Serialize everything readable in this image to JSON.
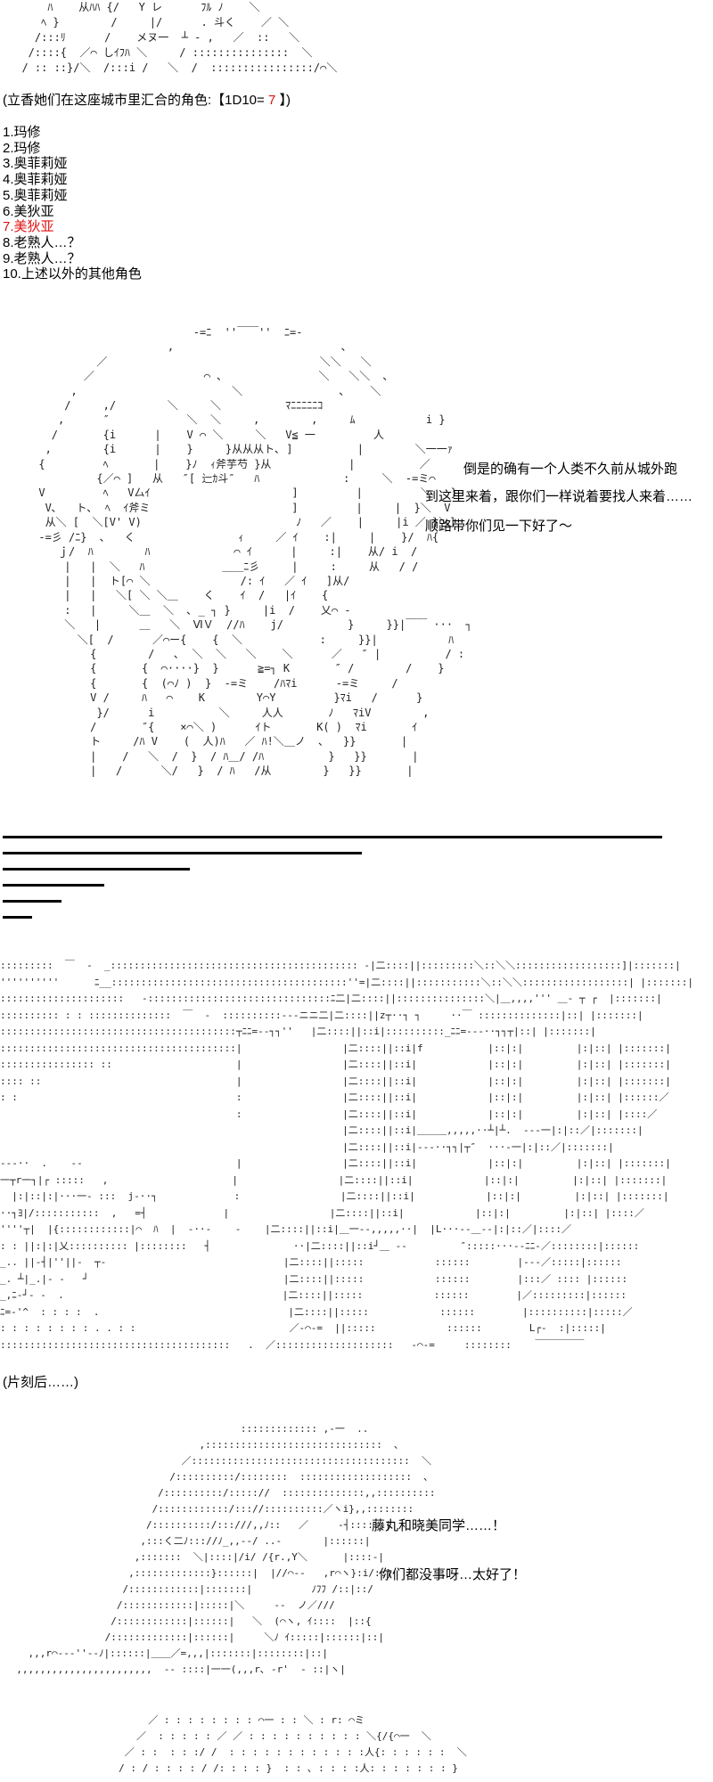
{
  "aa": {
    "top": [
      "      ﾊ    从ﾊﾊ {/   Y レ      ﾌﾙ ﾉ    ＼",
      "     ﾍ }        /     |/      . 斗く    ／ ＼",
      "    /:::ﾘ      /    メヌ一  ┴ ‐ ,   ／  ::   ＼",
      "   /::::{  ／⌒ しｲﾌﾊ ＼     / :::::::::::::::  ＼",
      "  / :: ::}/＼  /:::i /   ＼  /  ::::::::::::::::/⌒＼"
    ],
    "character": [
      "                              -=ﾆ  ''￣￣''  ﾆ=-",
      "                          ,                          ､",
      "               ／                                 ＼＼   ＼",
      "             ／                 ⌒ ､               ＼   ＼＼  ､",
      "           ,                        ＼               ､    ＼",
      "          /     ,/        ＼     ＼          ﾏﾆﾆﾆﾆﾆｺ",
      "         ,      ″            ＼  ＼     ,        ,     ﾑ           i }",
      "        /       {i      |    V ⌒ ＼     ＼   V≦ 一         人",
      "       ,        {i      |    }     }从从从ト､ ]          |        ＼一一ｧ",
      "      {         ﾍ       |    }ﾉ  ｨ斧芋芍 }从            |          ／",
      "               {／⌒ ]   从   ″[ 辷ｶ斗″   ﾊ             :     ＼  ‐=ミ⌒",
      "      V         ﾍ   V厶ｲ                      ]         |         ＼   }",
      "       V､   ト､  ﾍ  ｲ斧ミ                      ]         |     |  }＼  V",
      "       从＼ [  ＼[V' V)                        ﾉ   ／    |     |i ／ }＼]",
      "      -=彡 /ﾆ}  ､   く                ｨ     ／ ｲ    :|     |    }/  ﾊ{",
      "         ｊ/  ﾊ        ﾊ             ⌒ ｲ      |     :|    从/ i  /",
      "          |   |  ＼   ﾊ            ＿＿ﾆ彡     |     :     从   / /",
      "          |   |  ト[⌒ ＼              /: ｲ   ／ ｲ   ]从/",
      "          |   |   ＼[ ＼ ＼＿    く    ｲ  /   |ｲ    {",
      "          :   |     ＼＿  ＼  ､ _ ┐ }     |i  /    乂⌒ ‐",
      "          ＼   |      ＿   ＼  ⅥＶ  //ﾊ    j/          }     }}|￣￣ ···  ┐",
      "            ＼[  /      ／⌒ー{    {  ＼            :     }}|           ﾊ",
      "              {        /   ､  ＼  ＼   ＼    ＼      ／   ″ |          / :",
      "              {       {  ⌒····}  }      ≧=┐ K       ″ /        /    }",
      "              {       {  (⌒ﾉ )  }  ‐=ミ    /ﾊﾏi      -=ミ     /",
      "              V /     ﾊ   ⌒    K        Y⌒Y         }ﾏi   /      }",
      "               }/      i          ＼     人人       ﾉ   ﾏiV        ,",
      "              /       ″{    ×⌒＼ )      ｲト       K( )  ﾏi       ｲ",
      "              ト     /ﾊ V    (  人)ﾊ   ／ ﾊ!＼＿ノ  ､   }}       |",
      "              |    /   ＼  /  }  / ﾊ＿/ /ﾊ          }   }}       |",
      "              |   /      ＼/   }  / ﾊ   /从        }   }}       |"
    ],
    "building": [
      ":::::::::  ￣  -  _:::::::::::::::::::::::::::::::::::::::::: -|二::::||:::::::::＼::＼＼::::::::::::::::::]|:::::::|",
      "''''''''''      ﾆ__::::::::::::::::::::::::::::::::::::::::''=|二::::||:::::::::::＼::＼＼::::::::::::::::::| |:::::::|",
      ":::::::::::::::::::::   ‐:::::::::::::::::::::::::::::::ﾆ二|二::::||:::::::::::::::＼|＿,,,,''' ＿‐ ┬ ┌  |:::::::|",
      ":::::::::: : : ::::::::::::::  ￣  -  ::::::::::‐‐‐ニニ二|二::::||z┬··┐ ┐     ··￣ ::::::::::::::|::| |:::::::|",
      "::::::::::::::::::::::::::::::::::::::::┬ﾆﾆ=‐‐┐┐''   |二::::||::i|::::::::::_ﾆﾆ=‐‐‐··┐┐┬|::| |:::::::|",
      "::::::::::::::::::::::::::::::::::::::::|                 |二::::||::i|f           |::|:|         |:|::| |:::::::|",
      ":::::::::::::::: ::                     |                 |二::::||::i|            |::|:|         |:|::| |:::::::|",
      ":::: ::                                 |                 |二::::||::i|            |::|:|         |:|::| |:::::::|",
      ": :                                     :                 |二::::||::i|            |::|:|         |:|::| |::::::／",
      "                                        :                 |二::::||::i|            |::|:|         |:|::| |::::／",
      "                                                          |二::::||::i|＿＿＿,,,,,··┴|┴.  ‐‐‐一|:|::／|:::::::|",
      "                                                          |二::::||::i|‐‐‐··┐┐|┬″  ···‐一|:|::／|:::::::|",
      "‐‐‐··  .    ‐‐                          |                 |二::::||::i|            |::|:|         |:|::| |:::::::|",
      "一┬r一┐|┌ :::::   ,                     |                 |二::::||::i|            |::|:|         |:|::| |:::::::|",
      "  |:|::|:|···一‐ :::  j‐··┐             :                 |二::::||::i|            |::|:|         |:|::| |:::::::|",
      "··┐ﾖ|/:::::::::::  ,   =┤             |                 |二::::||::i|            |::|:|         |:|::| |::::／",
      "''''┬|  |{::::::::::::|⌒  ﾊ  |  ‐··‐    ‐    |二::::||::i|＿一‐‐,,,,,··|  |L···‐‐＿‐‐|:|::／|::::／",
      ": : ||:|:|乂:::::::::: |::::::::   ┤              ··|二::::||::i┘＿ ‐‐         ″:::::···‐‐ﾆﾆ‐／::::::::|::::::",
      "_.. ||‐┤|''||‐  ┬‐                              |二::::||:::::            ::::::        |‐‐‐／:::::|::::::",
      "_. ┴|_.|‐ ‐   ┘                                 |二::::||:::::            ::::::        |:::／ :::: |::::::",
      "_,ﾆ‐┘‐ ‐  .                                     |二::::||:::::            ::::::        |／:::::::::|::::::",
      "ﾆ=‐'^  : : : :  .                                |二::::||:::::            ::::::        |::::::::::|:::::／",
      ": : : : : : : : . . : :                          ／‐⌒‐=  ||:::::            ::::::        L┌‐  :|:::::|",
      ":::::::::::::::::::::::::::::::::::::::   .  ／::::::::::::::::::::   ‐⌒‐=     ::::::::    ￣￣￣￣￣"
    ],
    "girl": [
      "                                        ::::::::::::: ,‐一  ..",
      "                                 ,::::::::::::::::::::::::::::::  ､",
      "                              ／:::::::::::::::::::::::::::::::::::::  ＼",
      "                            /::::::::::/::::::::  :::::::::::::::::::  ､",
      "                          /::::::::::/::::://  ::::::::::::::,,::::::::::",
      "                         /::::::::::::/::://::::::::::／ヽi},,::::::::",
      "                        /::::::::::/:::///,,ﾉ::   ／     ‐┤::::::|",
      "                       ,:::く二ﾉ::://ﾉ_,,‐‐/ ..‐       |::::::|",
      "                      ,:::::::  ＼|::::|/i/ /{r.,Y＼      |::::‐|",
      "                     ,:::::::::::::}::::::|  |//⌒‐‐   ,r⌒ヽ}:i/::}",
      "                    /::::::::::::|:::::::|          ﾉﾌﾌ /::|::/",
      "                   /::::::::::::|:::::|＼     ‐‐  ノ／///",
      "                  /::::::::::::|::::::|   ＼  (⌒ヽ, ｲ::::  |::{",
      "                 /:::::::::::::|::::::|     ＼ﾉ ｲ:::::|::::::|::|",
      "    ,,,r⌒‐‐‐''‐‐ﾉ|::::::|＿＿／=,,,|:::::::|::::::::|::|",
      "  ,,,,,,,,,,,,,,,,,,,,,,,  ‐‐ ::::|一一(,,,r､ ‐r'  ‐ ::|ヽ|"
    ],
    "bottom": [
      "          ／ : : : : : : : : ⌒一 : : ＼ : r: ⌒ミ",
      "        ／  : : : : : ／ ／ : : : : : : : : : : ＼{/{⌒一  ＼",
      "      ／ : :  : : :/ /  : : : : : : : : : : : :人{: : : : : :  ＼",
      "     / : / : : : : / /: : : : }  : : ､ : : : :人: : : : : : : }"
    ]
  },
  "header": {
    "prefix": "(立香她们在这座城市里汇合的角色:【1D10= ",
    "result": "7",
    "suffix": " 】)"
  },
  "options": [
    "1.玛修",
    "2.玛修",
    "3.奥菲莉娅",
    "4.奥菲莉娅",
    "5.奥菲莉娅",
    "6.美狄亚",
    "7.美狄亚",
    "8.老熟人…？",
    "9.老熟人…？",
    "10.上述以外的其他角色"
  ],
  "selected_option_index": 6,
  "dialogue1": [
    "倒是的确有一个人类不久前从城外跑",
    "到这里来着，跟你们一样说着要找人来着……",
    "顺路带你们见一下好了～"
  ],
  "narration": "(片刻后……)",
  "dialogue2": [
    "藤丸和晓美同学……！",
    "你们都没事呀…太好了！"
  ],
  "colors": {
    "highlight": "#e01010",
    "text": "#000000"
  }
}
